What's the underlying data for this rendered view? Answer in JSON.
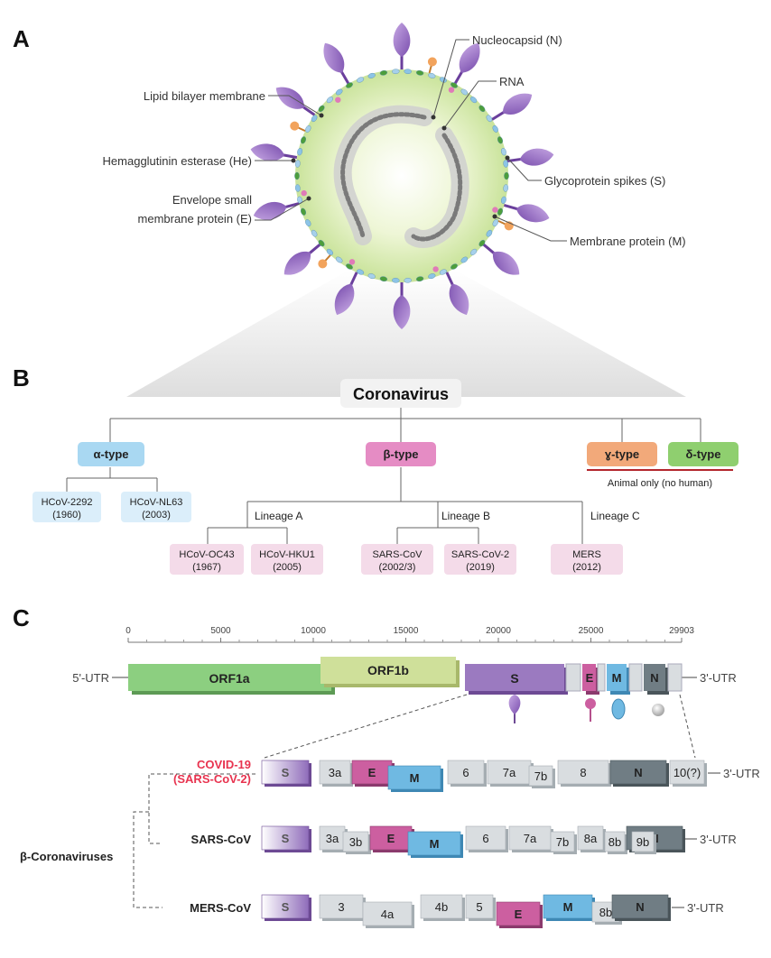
{
  "panels": {
    "a": "A",
    "b": "B",
    "c": "C"
  },
  "virion": {
    "labels": {
      "nucleocapsid": "Nucleocapsid (N)",
      "rna": "RNA",
      "lipid": "Lipid bilayer membrane",
      "he": "Hemagglutinin esterase (He)",
      "e_line1": "Envelope small",
      "e_line2": "membrane protein (E)",
      "spikes": "Glycoprotein spikes (S)",
      "membrane": "Membrane protein (M)"
    }
  },
  "tree": {
    "root": "Coronavirus",
    "types": {
      "alpha": "α-type",
      "beta": "β-type",
      "gamma": "ɣ-type",
      "delta": "δ-type"
    },
    "animal_note": "Animal only (no human)",
    "alpha_viruses": [
      {
        "name": "HCoV-2292",
        "year": "(1960)"
      },
      {
        "name": "HCoV-NL63",
        "year": "(2003)"
      }
    ],
    "lineages": {
      "a": "Lineage A",
      "b": "Lineage B",
      "c": "Lineage C"
    },
    "beta_viruses": [
      {
        "name": "HCoV-OC43",
        "year": "(1967)"
      },
      {
        "name": "HCoV-HKU1",
        "year": "(2005)"
      },
      {
        "name": "SARS-CoV",
        "year": "(2002/3)"
      },
      {
        "name": "SARS-CoV-2",
        "year": "(2019)"
      },
      {
        "name": "MERS",
        "year": "(2012)"
      }
    ]
  },
  "genome": {
    "ticks": [
      "0",
      "5000",
      "10000",
      "15000",
      "20000",
      "25000",
      "29903"
    ],
    "utr5": "5'-UTR",
    "utr3": "3'-UTR",
    "orf1a": "ORF1a",
    "orf1b": "ORF1b",
    "s": "S",
    "e": "E",
    "m": "M",
    "n": "N"
  },
  "comparison": {
    "covid_line1": "COVID-19",
    "covid_line2": "(SARS-CoV-2)",
    "sars": "SARS-CoV",
    "mers": "MERS-CoV",
    "group": "β-Coronaviruses",
    "utr3": "3'-UTR",
    "covid_genes": [
      "S",
      "3a",
      "E",
      "M",
      "6",
      "7a",
      "7b",
      "8",
      "N",
      "10(?)"
    ],
    "sars_genes": [
      "S",
      "3a",
      "3b",
      "E",
      "M",
      "6",
      "7a",
      "7b",
      "8a",
      "8b",
      "9b",
      "N"
    ],
    "mers_genes": [
      "S",
      "3",
      "4a",
      "4b",
      "5",
      "E",
      "M",
      "8b",
      "N"
    ]
  },
  "colors": {
    "orf1a": "#8ccf80",
    "orf1b": "#cfe09a",
    "s": "#9b7ac0",
    "e": "#cc5fa0",
    "m": "#6fb9e2",
    "n": "#707d84",
    "gray": "#d9dde0",
    "alpha": "#a9d8f2",
    "beta": "#e58cc4",
    "gamma": "#f2a97a",
    "delta": "#8fcf6f",
    "covid": "#e8334f"
  }
}
